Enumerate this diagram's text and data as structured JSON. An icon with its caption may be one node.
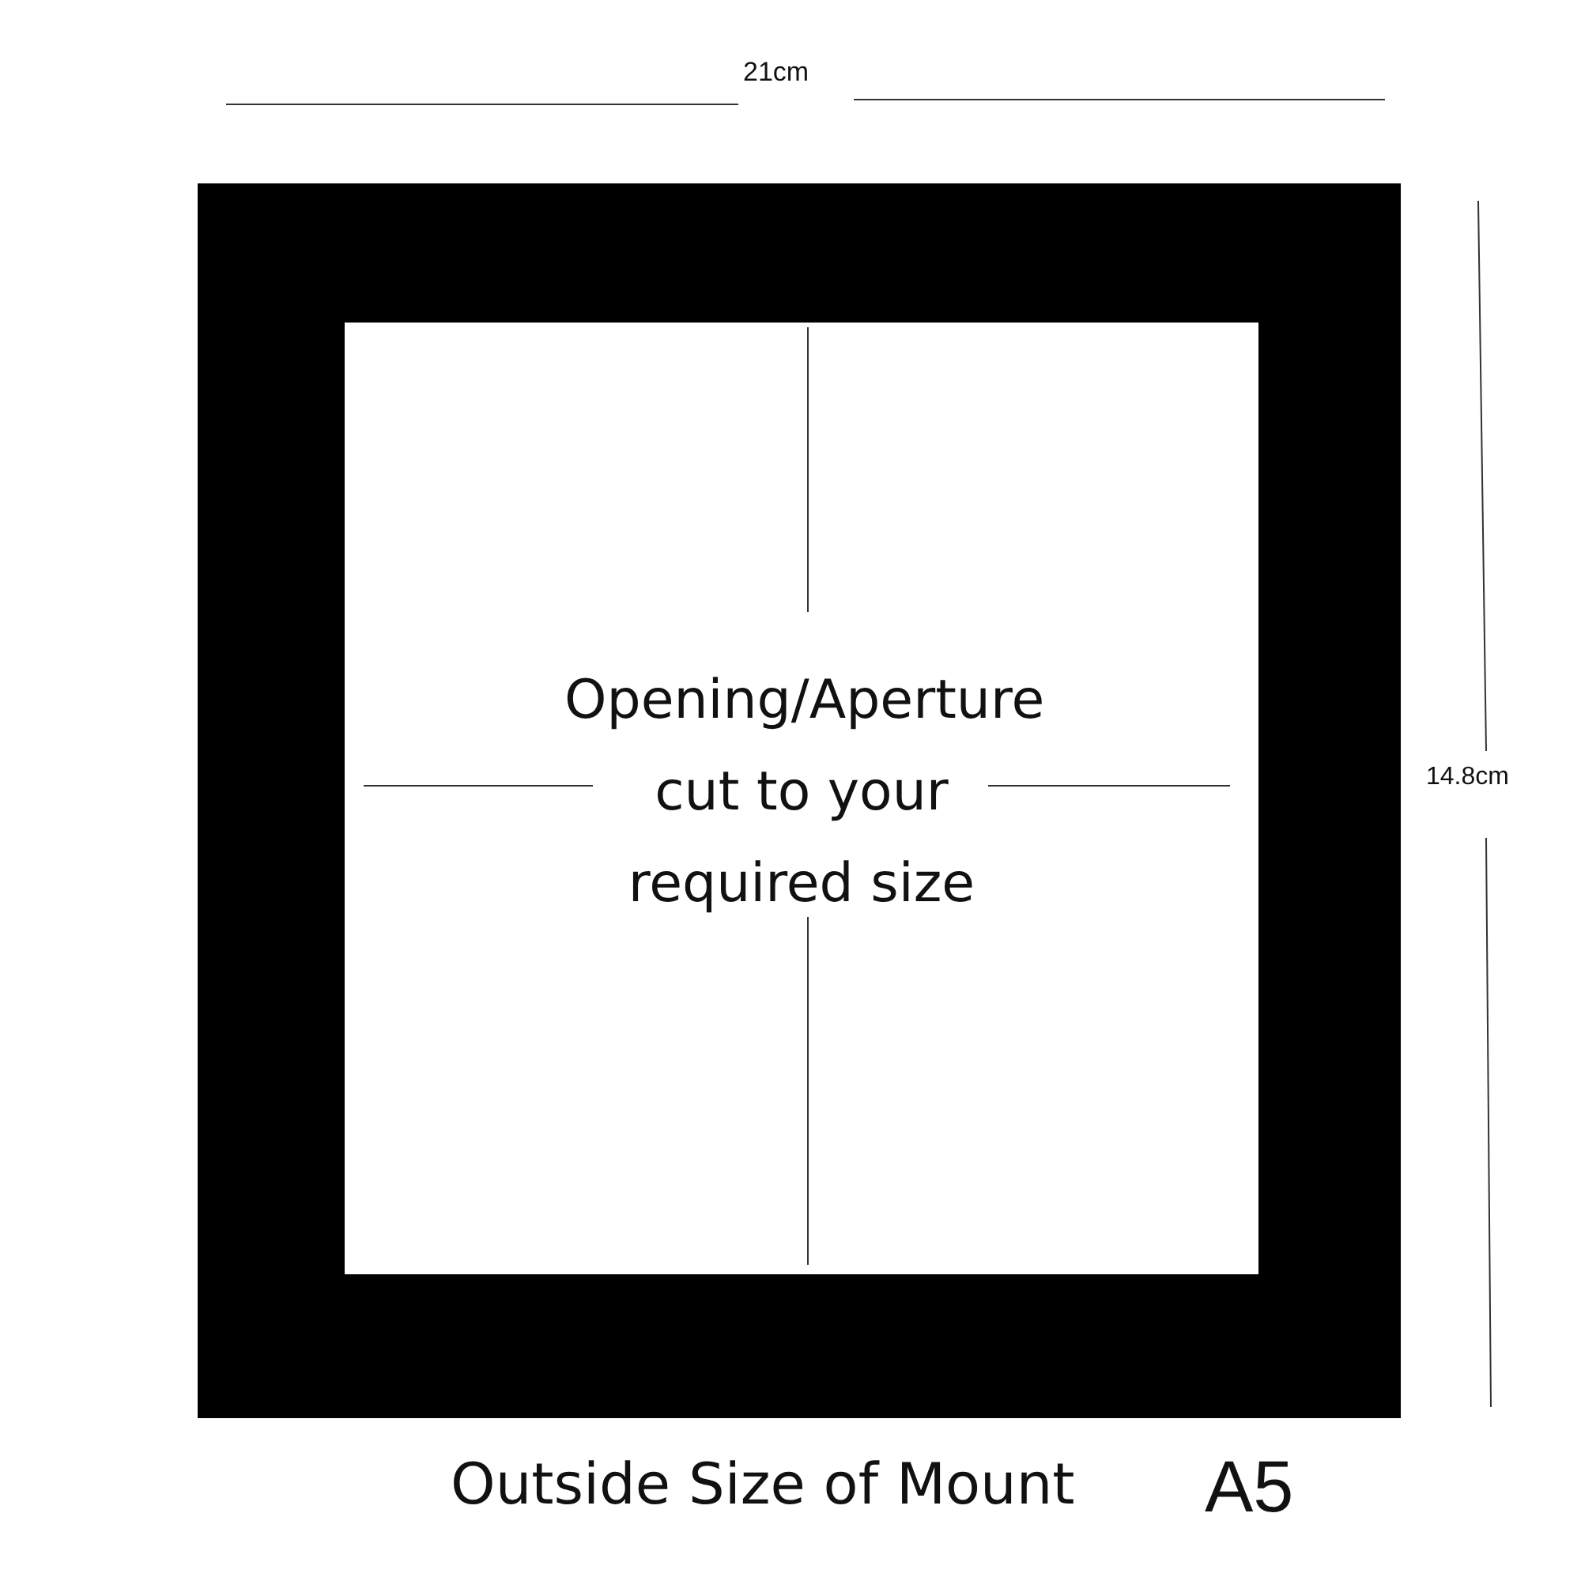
{
  "diagram": {
    "nodes": [
      {
        "text": [],
        "shape": "box"
      },
      {
        "text": [
          "Opening/Aperture cut to your required size"
        ],
        "in": 0
      }
    ],
    "labels": [
      "21cm",
      "14.8cm",
      "Outside Size of Mount",
      "A5"
    ]
  }
}
